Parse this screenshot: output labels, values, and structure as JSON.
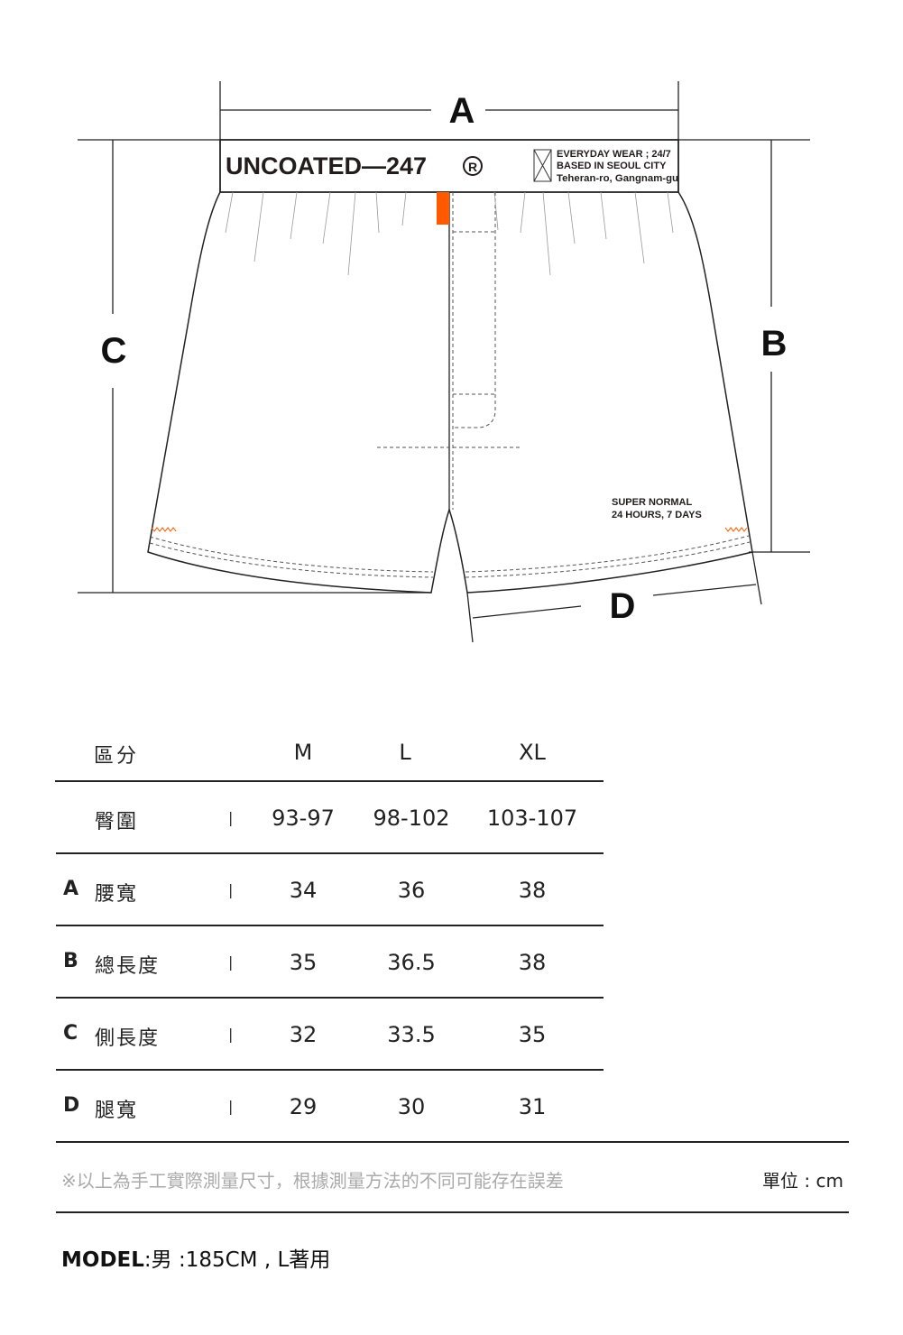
{
  "diagram": {
    "labels": {
      "a": "A",
      "b": "B",
      "c": "C",
      "d": "D"
    },
    "brand": "UNCOATED—247",
    "registered": "R",
    "tag_lines": [
      "EVERYDAY WEAR ; 24/7",
      "BASED IN SEOUL CITY",
      "Teheran-ro, Gangnam-gu"
    ],
    "print_lines": [
      "SUPER NORMAL",
      "24 HOURS, 7 DAYS"
    ],
    "accent_color": "#ff5a00"
  },
  "table": {
    "header": {
      "label": "區分",
      "sizes": [
        "M",
        "L",
        "XL"
      ]
    },
    "rows": [
      {
        "letter": "",
        "name": "臀圍",
        "sep": "|",
        "values": [
          "93-97",
          "98-102",
          "103-107"
        ]
      },
      {
        "letter": "A",
        "name": "腰寬",
        "sep": "|",
        "values": [
          "34",
          "36",
          "38"
        ]
      },
      {
        "letter": "B",
        "name": "總長度",
        "sep": "|",
        "values": [
          "35",
          "36.5",
          "38"
        ]
      },
      {
        "letter": "C",
        "name": "側長度",
        "sep": "|",
        "values": [
          "32",
          "33.5",
          "35"
        ]
      },
      {
        "letter": "D",
        "name": "腿寬",
        "sep": "|",
        "values": [
          "29",
          "30",
          "31"
        ]
      }
    ]
  },
  "note": "※以上為手工實際測量尺寸，根據測量方法的不同可能存在誤差",
  "unit": "單位 : cm",
  "model": {
    "label": "MODEL",
    "text": ":男 :185CM , L著用"
  }
}
